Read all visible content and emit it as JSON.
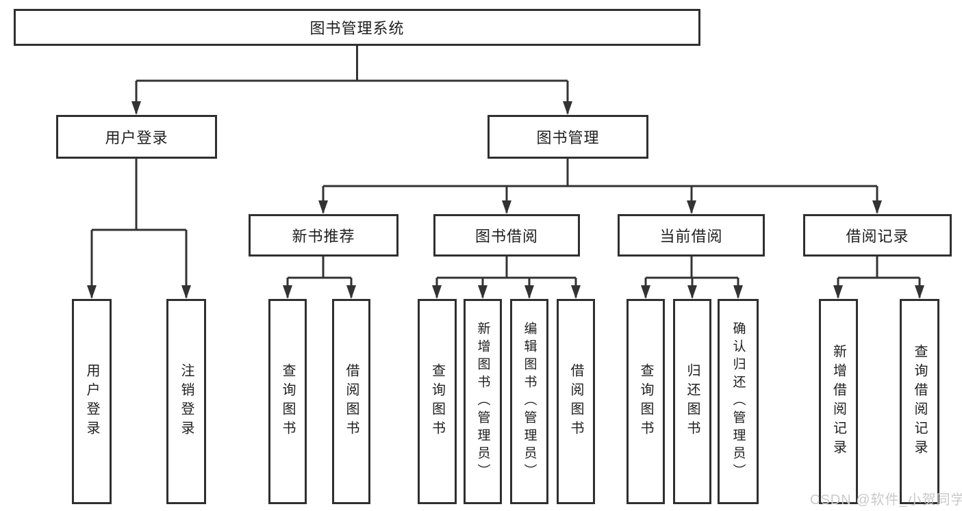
{
  "diagram": {
    "root": {
      "label": "图书管理系统",
      "children": [
        {
          "label": "用户登录",
          "children": [
            {
              "label": "用户登录"
            },
            {
              "label": "注销登录"
            }
          ]
        },
        {
          "label": "图书管理",
          "children": [
            {
              "label": "新书推荐",
              "children": [
                {
                  "label": "查询图书"
                },
                {
                  "label": "借阅图书"
                }
              ]
            },
            {
              "label": "图书借阅",
              "children": [
                {
                  "label": "查询图书"
                },
                {
                  "label": "新增图书（管理员）"
                },
                {
                  "label": "编辑图书（管理员）"
                },
                {
                  "label": "借阅图书"
                }
              ]
            },
            {
              "label": "当前借阅",
              "children": [
                {
                  "label": "查询图书"
                },
                {
                  "label": "归还图书"
                },
                {
                  "label": "确认归还（管理员）"
                }
              ]
            },
            {
              "label": "借阅记录",
              "children": [
                {
                  "label": "新增借阅记录"
                },
                {
                  "label": "查询借阅记录"
                }
              ]
            }
          ]
        }
      ]
    }
  },
  "watermark": {
    "text": "CSDN @软件_小贺同学"
  },
  "colors": {
    "line": "#333333",
    "box_border": "#2f2f2f",
    "box_fill": "#ffffff",
    "text": "#1f1f1f",
    "background": "#ffffff",
    "watermark": "#c9c9c9"
  }
}
